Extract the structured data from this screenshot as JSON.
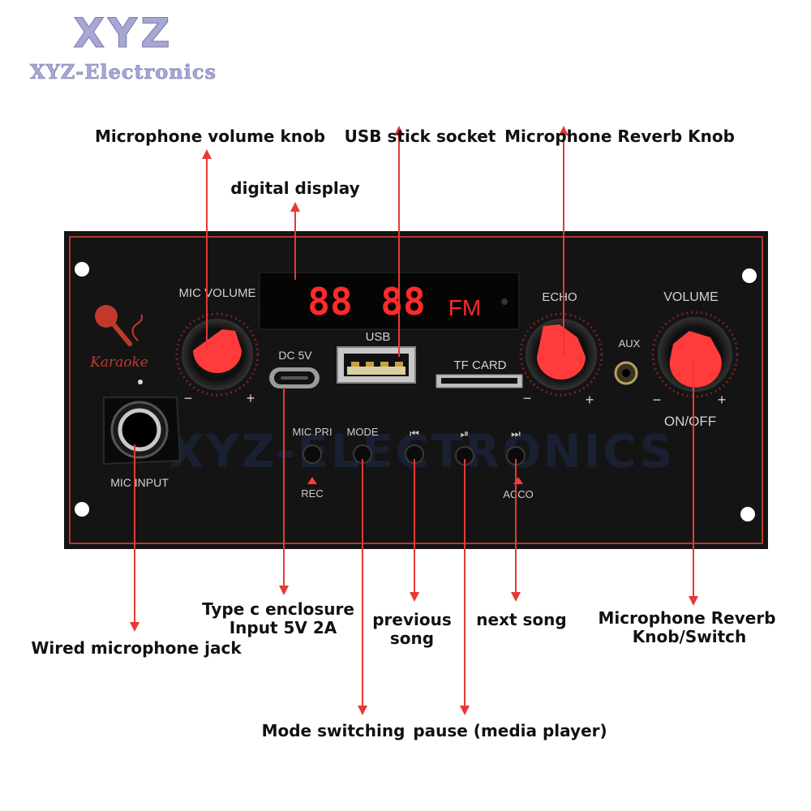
{
  "brand": {
    "logo": "XYZ",
    "name": "XYZ-Electronics"
  },
  "watermark": "XYZ-ELECTRONICS",
  "colors": {
    "panel": "#151515",
    "panel_border": "#c0392b",
    "knob": "#ff3b3b",
    "arrow": "#e53935",
    "display": "#ff2a2a"
  },
  "panel": {
    "mic_volume": "MIC VOLUME",
    "knob_minus": "−",
    "knob_plus": "+",
    "karaoke": "Karaoke",
    "mic_input": "MIC INPUT",
    "dc": "DC 5V",
    "usb": "USB",
    "tf_card": "TF CARD",
    "echo": "ECHO",
    "aux": "AUX",
    "volume": "VOLUME",
    "on_off": "ON/OFF",
    "display": {
      "digits_left": "88",
      "digits_right": "88",
      "mode": "FM"
    },
    "buttons": {
      "mic_pri": "MIC PRI",
      "mode": "MODE",
      "prev_symbol": "⏮",
      "play_symbol": "⏯",
      "next_symbol": "⏭",
      "rec": "REC",
      "acco": "ACCO"
    }
  },
  "callouts": {
    "mic_volume_knob": "Microphone volume knob",
    "usb_socket": "USB stick socket",
    "reverb_knob": "Microphone Reverb Knob",
    "digital_display": "digital display",
    "type_c_line1": "Type c enclosure",
    "type_c_line2": "Input 5V 2A",
    "previous_line1": "previous",
    "previous_line2": "song",
    "next_song": "next song",
    "reverb_switch_line1": "Microphone Reverb",
    "reverb_switch_line2": "Knob/Switch",
    "mic_jack": "Wired microphone jack",
    "mode_switching": "Mode switching",
    "pause": "pause (media player)"
  }
}
